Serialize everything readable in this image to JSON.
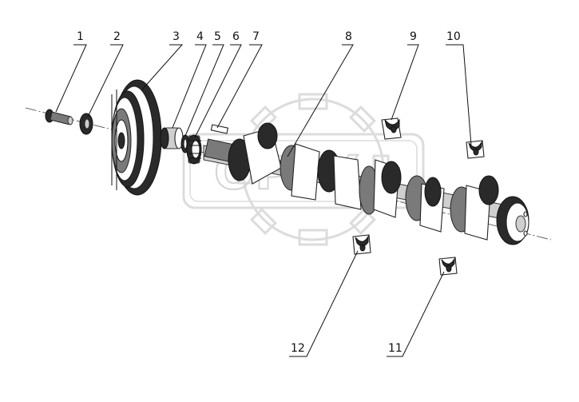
{
  "diagram": {
    "callouts": [
      {
        "id": "1",
        "label": "1"
      },
      {
        "id": "2",
        "label": "2"
      },
      {
        "id": "3",
        "label": "3"
      },
      {
        "id": "4",
        "label": "4"
      },
      {
        "id": "5",
        "label": "5"
      },
      {
        "id": "6",
        "label": "6"
      },
      {
        "id": "7",
        "label": "7"
      },
      {
        "id": "8",
        "label": "8"
      },
      {
        "id": "9",
        "label": "9"
      },
      {
        "id": "10",
        "label": "10"
      },
      {
        "id": "11",
        "label": "11"
      },
      {
        "id": "12",
        "label": "12"
      }
    ],
    "watermark": "OPFX"
  }
}
